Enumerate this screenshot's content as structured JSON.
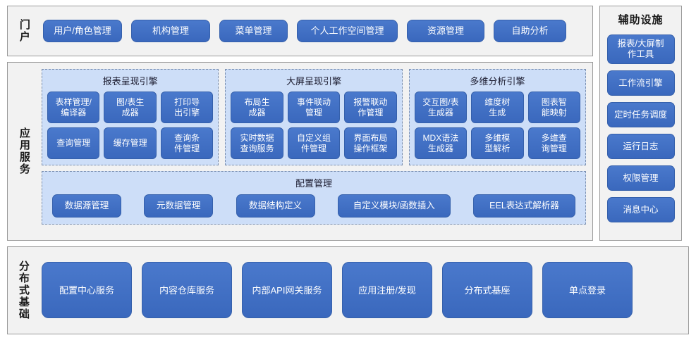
{
  "portal": {
    "label": "门户",
    "items": [
      {
        "label": "用户/角色管理"
      },
      {
        "label": "机构管理"
      },
      {
        "label": "菜单管理"
      },
      {
        "label": "个人工作空间管理"
      },
      {
        "label": "资源管理"
      },
      {
        "label": "自助分析"
      }
    ]
  },
  "app_service": {
    "label": "应用服务",
    "engines": [
      {
        "title": "报表呈现引擎",
        "items": [
          {
            "label": "表样管理/\n编译器"
          },
          {
            "label": "图/表生\n成器"
          },
          {
            "label": "打印导\n出引擎"
          },
          {
            "label": "查询管理"
          },
          {
            "label": "缓存管理"
          },
          {
            "label": "查询条\n件管理"
          }
        ]
      },
      {
        "title": "大屏呈现引擎",
        "items": [
          {
            "label": "布局生\n成器"
          },
          {
            "label": "事件联动\n管理"
          },
          {
            "label": "报警联动\n作管理"
          },
          {
            "label": "实时数据\n查询服务"
          },
          {
            "label": "自定义组\n件管理"
          },
          {
            "label": "界面布局\n操作框架"
          }
        ]
      },
      {
        "title": "多维分析引擎",
        "items": [
          {
            "label": "交互图/表\n生成器"
          },
          {
            "label": "维度树\n生成"
          },
          {
            "label": "图表智\n能映射"
          },
          {
            "label": "MDX语法\n生成器"
          },
          {
            "label": "多维模\n型解析"
          },
          {
            "label": "多维查\n询管理"
          }
        ]
      }
    ],
    "config": {
      "title": "配置管理",
      "items": [
        {
          "label": "数据源管理"
        },
        {
          "label": "元数据管理"
        },
        {
          "label": "数据结构定义"
        },
        {
          "label": "自定义模块/函数插入"
        },
        {
          "label": "EEL表达式解析器"
        }
      ]
    }
  },
  "aux": {
    "title": "辅助设施",
    "items": [
      {
        "label": "报表/大屏制\n作工具",
        "tall": true
      },
      {
        "label": "工作流引擎",
        "tall": false
      },
      {
        "label": "定时任务调度",
        "tall": false
      },
      {
        "label": "运行日志",
        "tall": false
      },
      {
        "label": "权限管理",
        "tall": false
      },
      {
        "label": "消息中心",
        "tall": false
      }
    ]
  },
  "infrastructure": {
    "label": "分布式基础",
    "items": [
      {
        "label": "配置中心服务"
      },
      {
        "label": "内容仓库服务"
      },
      {
        "label": "内部API网关服务"
      },
      {
        "label": "应用注册/发现"
      },
      {
        "label": "分布式基座"
      },
      {
        "label": "单点登录"
      }
    ]
  },
  "theme": {
    "button_blue": "#3f6fc4",
    "panel_blue": "#cddef8",
    "panel_gray": "#f2f2f2",
    "border_gray": "#9a9a9a",
    "dashed_border": "#7a8faf"
  }
}
